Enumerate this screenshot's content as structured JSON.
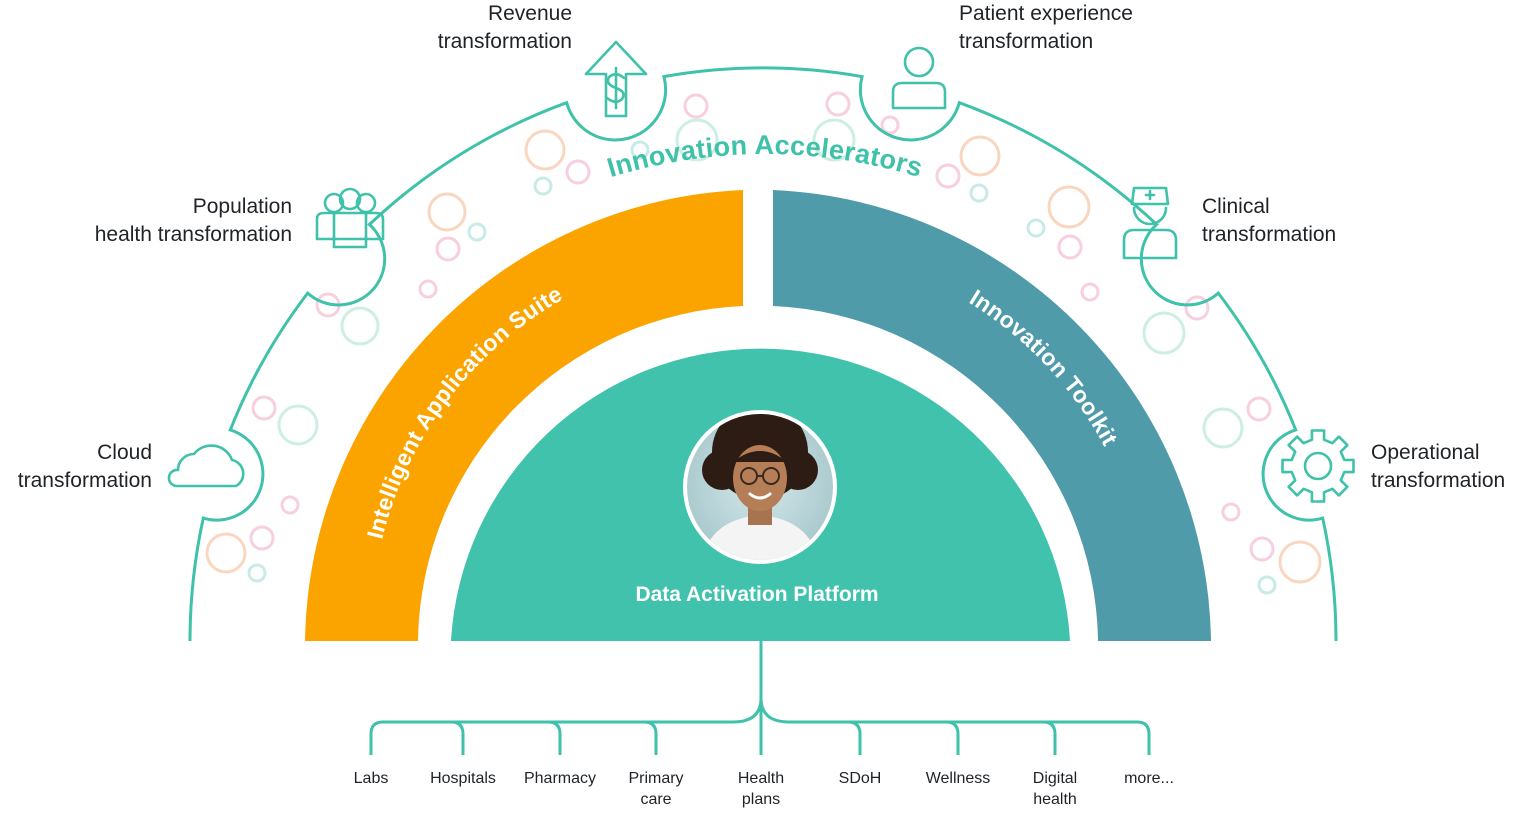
{
  "colors": {
    "teal_line": "#3fc1aa",
    "orange": "#fba400",
    "blue_teal": "#4f9ba9",
    "green_core": "#41c2ad",
    "text": "#1f2328"
  },
  "accelerators": {
    "title": "Innovation Accelerators",
    "items": [
      {
        "lines": [
          "Cloud",
          "transformation"
        ],
        "icon": "cloud-icon"
      },
      {
        "lines": [
          "Population",
          "health transformation"
        ],
        "icon": "people-group-icon"
      },
      {
        "lines": [
          "Revenue",
          "transformation"
        ],
        "icon": "dollar-arrow-up-icon"
      },
      {
        "lines": [
          "Patient experience",
          "transformation"
        ],
        "icon": "patient-person-icon"
      },
      {
        "lines": [
          "Clinical",
          "transformation"
        ],
        "icon": "nurse-icon"
      },
      {
        "lines": [
          "Operational",
          "transformation"
        ],
        "icon": "gear-icon"
      }
    ]
  },
  "suite": {
    "title": "Intelligent Application Suite"
  },
  "toolkit": {
    "title": "Innovation Toolkit"
  },
  "platform": {
    "title": "Data Activation Platform",
    "avatar": "avatar"
  },
  "sources": [
    {
      "lines": [
        "Labs"
      ]
    },
    {
      "lines": [
        "Hospitals"
      ]
    },
    {
      "lines": [
        "Pharmacy"
      ]
    },
    {
      "lines": [
        "Primary",
        "care"
      ]
    },
    {
      "lines": [
        "Health",
        "plans"
      ]
    },
    {
      "lines": [
        "SDoH"
      ]
    },
    {
      "lines": [
        "Wellness"
      ]
    },
    {
      "lines": [
        "Digital",
        "health"
      ]
    },
    {
      "lines": [
        "more..."
      ]
    }
  ]
}
